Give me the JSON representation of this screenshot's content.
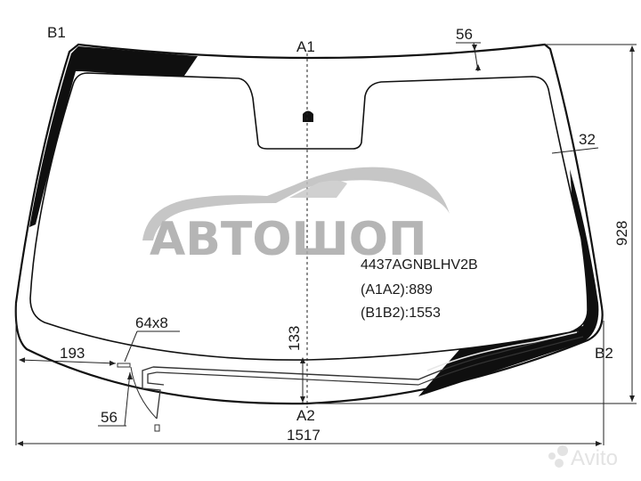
{
  "part_number": "4437AGNBLHV2B",
  "specs": [
    {
      "key": "(A1A2)",
      "value": "889",
      "text": "(A1A2):889"
    },
    {
      "key": "(B1B2)",
      "value": "1553",
      "text": "(B1B2):1553"
    }
  ],
  "points": {
    "a1": "A1",
    "a2": "A2",
    "b1": "B1",
    "b2": "B2"
  },
  "dimensions": {
    "top_band": "56",
    "side_band": "32",
    "height": "928",
    "center_gap": "133",
    "width": "1517",
    "left_offset": "193",
    "sensor_size": "64x8",
    "bottom_band": "56"
  },
  "watermark": {
    "brand": "АВТОШОП",
    "site": "Avito"
  },
  "colors": {
    "glass_outline": "#111111",
    "ceramic": "#0f0f0f",
    "watermark": "#a9a9a9"
  }
}
